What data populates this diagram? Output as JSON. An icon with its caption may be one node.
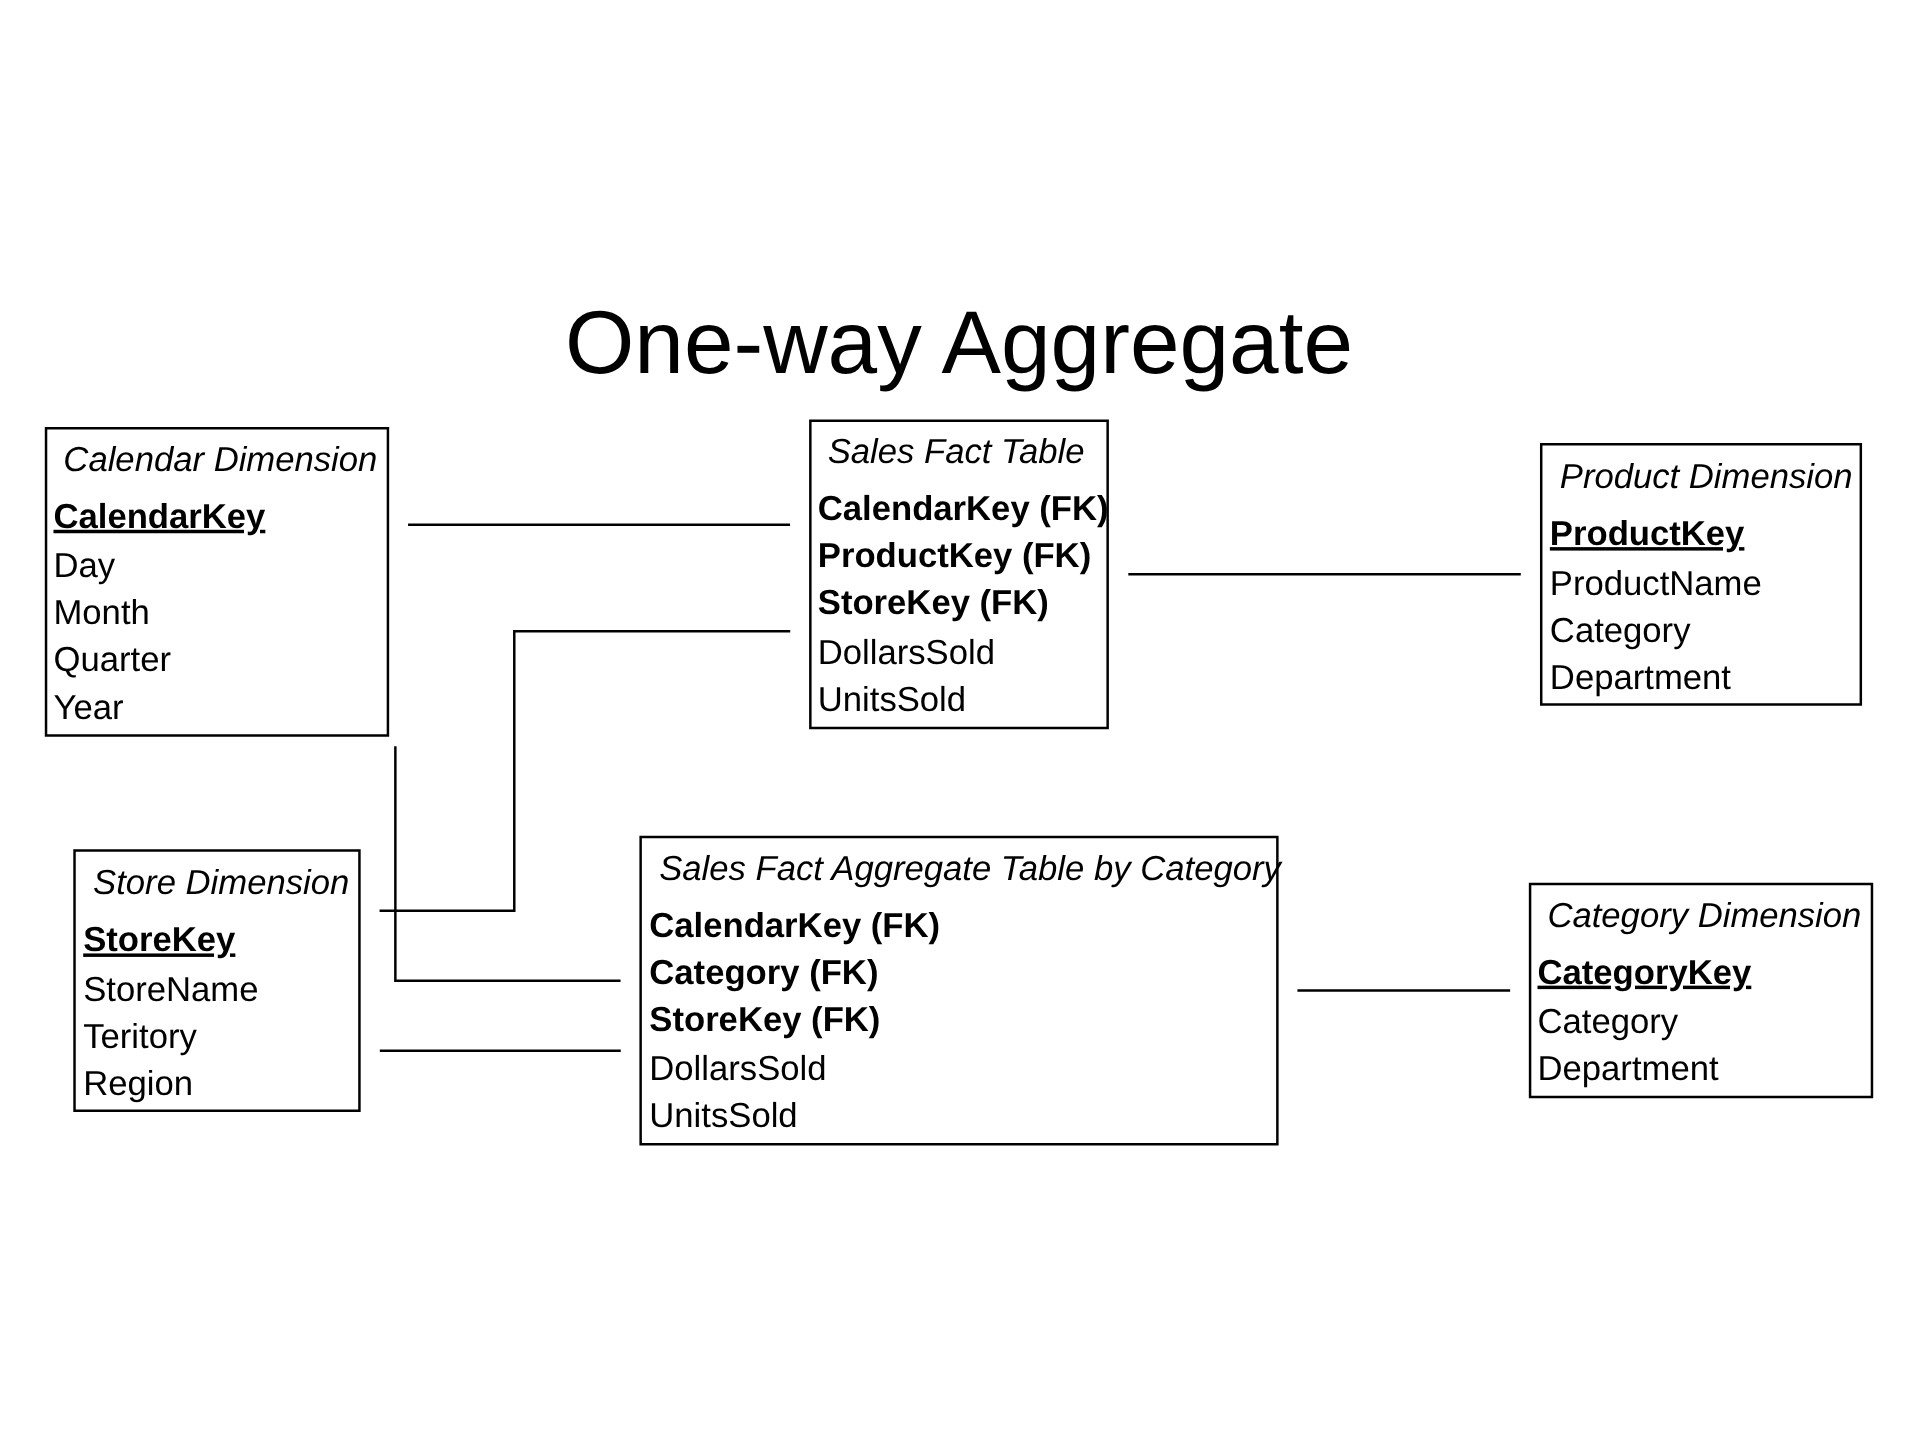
{
  "diagram": {
    "title": "One-way Aggregate",
    "nodes": [
      {
        "text": [
          "Calendar Dimension",
          "CalendarKey",
          "Day",
          "Month",
          "Quarter",
          "Year"
        ]
      },
      {
        "text": [
          "Store Dimension",
          "StoreKey",
          "StoreName",
          "Teritory",
          "Region"
        ]
      },
      {
        "text": [
          "Sales Fact Table",
          "CalendarKey (FK)",
          "ProductKey (FK)",
          "StoreKey (FK)",
          "DollarsSold",
          "UnitsSold"
        ]
      },
      {
        "text": [
          "Sales Fact Aggregate Table by Category",
          "CalendarKey (FK)",
          "Category (FK)",
          "StoreKey (FK)",
          "DollarsSold",
          "UnitsSold"
        ]
      },
      {
        "text": [
          "Product Dimension",
          "ProductKey",
          "ProductName",
          "Category",
          "Department"
        ]
      },
      {
        "text": [
          "Category Dimension",
          "CategoryKey",
          "Category",
          "Department"
        ]
      }
    ],
    "edges": [
      {
        "from": 0,
        "to": 2,
        "arrow": "none"
      },
      {
        "from": 0,
        "to": 3,
        "arrow": "none"
      },
      {
        "from": 1,
        "to": 2,
        "arrow": "none"
      },
      {
        "from": 1,
        "to": 3,
        "arrow": "none"
      },
      {
        "from": 2,
        "to": 4,
        "arrow": "none"
      },
      {
        "from": 3,
        "to": 5,
        "arrow": "none"
      }
    ]
  }
}
